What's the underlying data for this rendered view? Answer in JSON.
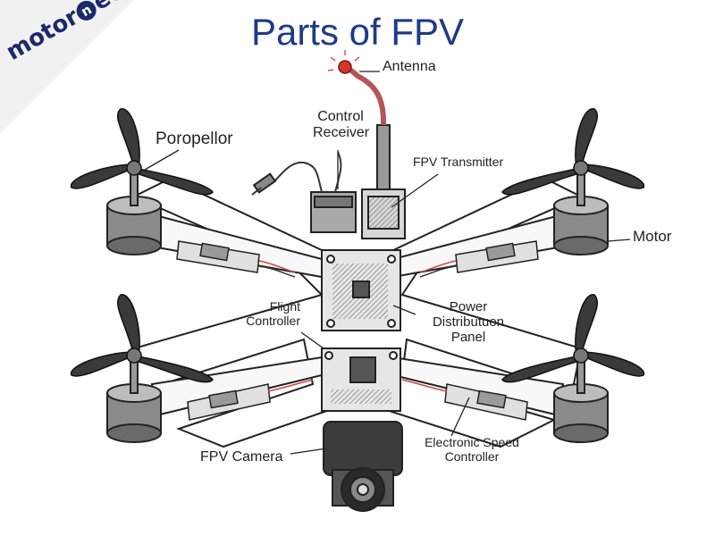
{
  "title": "Parts of FPV",
  "logo": {
    "part1": "motor",
    "mark": "n",
    "part2": "eo"
  },
  "colors": {
    "title": "#1d3a87",
    "logo": "#1b2a6b",
    "antenna_tip": "#d9342b",
    "antenna_wire": "#b5555a"
  },
  "labels": {
    "antenna": "Antenna",
    "control_receiver_1": "Control",
    "control_receiver_2": "Receiver",
    "fpv_transmitter": "FPV Transmitter",
    "propeller": "Poropellor",
    "motor": "Motor",
    "flight_controller_1": "Flight",
    "flight_controller_2": "Controller",
    "pdp_1": "Power",
    "pdp_2": "Distributuon",
    "pdp_3": "Panel",
    "fpv_camera": "FPV Camera",
    "esc_1": "Electronic Speed",
    "esc_2": "Controller"
  }
}
